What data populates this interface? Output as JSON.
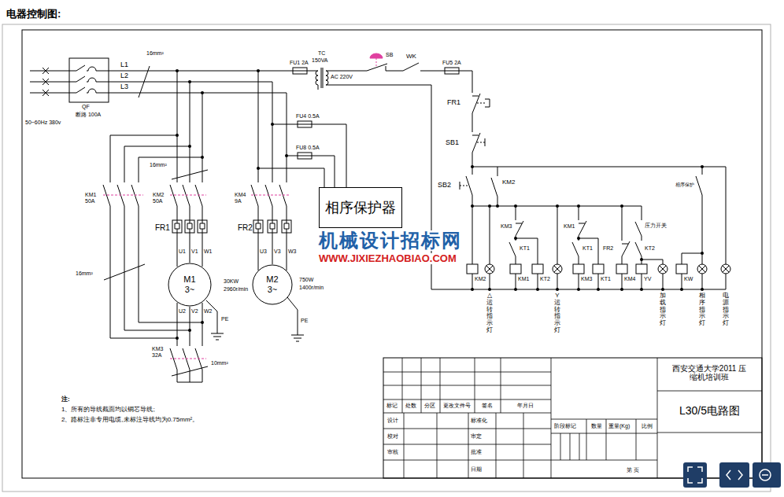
{
  "diagram": {
    "title": "电器控制图:",
    "nodes": [
      {
        "text": [
          "相序保护器"
        ]
      },
      {
        "text": [
          "M1",
          "3~"
        ]
      },
      {
        "text": [
          "M2",
          "3~"
        ]
      }
    ],
    "labels": [
      "50~60Hz 380v",
      "QF",
      "断路 100A",
      "L1",
      "L2",
      "L3",
      "16mm²",
      "FU1 2A",
      "TC",
      "150VA",
      "AC 220V",
      "SB",
      "WK",
      "FU5 2A",
      "16mm²",
      "KM1 50A",
      "KM2 50A",
      "KM4 9A",
      "FR1",
      "FR2",
      "U1",
      "V1",
      "W1",
      "30KW",
      "2960r/min",
      "U2",
      "V2",
      "W2",
      "PE",
      "KM3 32A",
      "10mm²",
      "16mm²",
      "U3",
      "V3",
      "W3",
      "750W",
      "1400r/min",
      "PE",
      "FU4 0.5A",
      "FU8 0.5A",
      "FR1",
      "SB1",
      "SB2",
      "KM2",
      "相序保护",
      "KM3",
      "KT1",
      "KM1",
      "KT1",
      "FR2",
      "压力开关",
      "KT2",
      "KM2",
      "KM1",
      "KT2",
      "KM3",
      "KT1",
      "KM4",
      "YV",
      "KW",
      "△运转指示灯",
      "Y运转指示灯",
      "加载指示灯",
      "相序指示灯",
      "电源指示灯",
      "机械设计招标网",
      "WWW.JIXIEZHAOBIAO.COM",
      "注:",
      "1、所有的导线截面均以铜芯导线;",
      "2、路标注非专用电缆,未标注导线均为0.75mm²。",
      "标记",
      "处数",
      "分区",
      "更改文件号",
      "签名",
      "年月日",
      "设计",
      "标准化",
      "校对",
      "审定",
      "审核",
      "批准",
      "日期",
      "阶段标记",
      "数量",
      "重量(Kg)",
      "比例",
      "第  页",
      "西安交通大学2011 压缩机培训班",
      "L30/5电路图"
    ]
  }
}
